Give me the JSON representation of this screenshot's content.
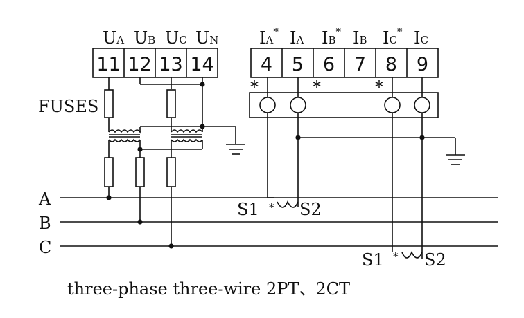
{
  "voltage_terminals": {
    "labels": [
      {
        "main": "U",
        "sub": "A"
      },
      {
        "main": "U",
        "sub": "B"
      },
      {
        "main": "U",
        "sub": "C"
      },
      {
        "main": "U",
        "sub": "N"
      }
    ],
    "numbers": [
      "11",
      "12",
      "13",
      "14"
    ]
  },
  "current_terminals": {
    "labels": [
      {
        "main": "I",
        "sub": "A",
        "star": "*"
      },
      {
        "main": "I",
        "sub": "A"
      },
      {
        "main": "I",
        "sub": "B",
        "star": "*"
      },
      {
        "main": "I",
        "sub": "B"
      },
      {
        "main": "I",
        "sub": "C",
        "star": "*"
      },
      {
        "main": "I",
        "sub": "C"
      }
    ],
    "numbers": [
      "4",
      "5",
      "6",
      "7",
      "8",
      "9"
    ]
  },
  "ct_marks": [
    "*",
    "*",
    "*"
  ],
  "fuses_label": "FUSES",
  "phases": [
    "A",
    "B",
    "C"
  ],
  "ct_a": {
    "s1": "S1",
    "s2": "S2",
    "star": "*"
  },
  "ct_c": {
    "s1": "S1",
    "s2": "S2",
    "star": "*"
  },
  "caption": "three-phase three-wire 2PT、2CT",
  "colors": {
    "ink": "#111111",
    "background": "#ffffff"
  }
}
